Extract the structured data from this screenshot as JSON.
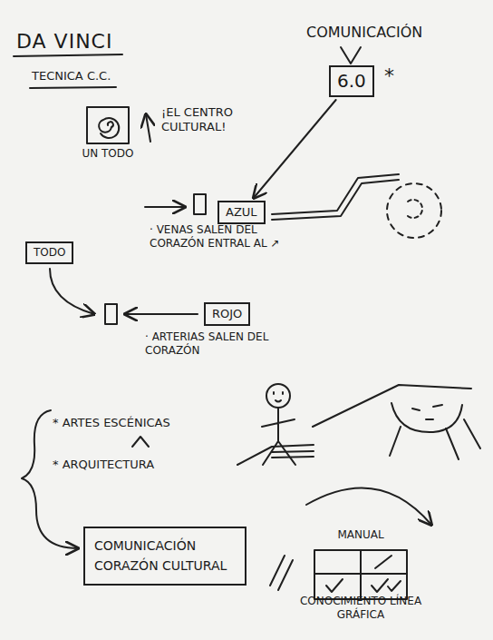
{
  "diagram": {
    "title": "DA VINCI",
    "nodes": [
      {
        "text": [
          "UN TODO"
        ]
      },
      {
        "text": [
          "6.0"
        ]
      },
      {
        "text": [
          "AZUL"
        ]
      },
      {
        "text": [
          "TODO"
        ]
      },
      {
        "text": [
          "ROJO"
        ]
      },
      {
        "text": [
          "COMUNICACIÓN CORAZÓN CULTURAL"
        ]
      },
      {
        "text": [
          "MANUAL",
          "CONOCIMIENTO LÍNEA GRÁFICA"
        ]
      }
    ],
    "edges": [
      {
        "from": 1,
        "to": 2,
        "arrow": "to"
      }
    ],
    "labels": [
      "TECNICA C.C.",
      "¡EL CENTRO CULTURAL!",
      "COMUNICACIÓN",
      "*",
      "· VENAS SALEN DEL CORAZÓN ENTRAL AL ↗",
      "· ARTERIAS SALEN DEL CORAZÓN",
      "* ARTES ESCÉNICAS",
      "* ARQUITECTURA"
    ]
  }
}
